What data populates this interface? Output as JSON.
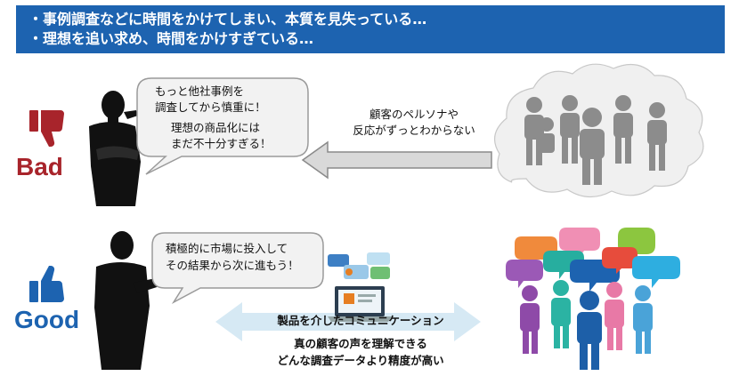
{
  "banner": {
    "line1": "・事例調査などに時間をかけてしまい、本質を見失っている…",
    "line2": "・理想を追い求め、時間をかけすぎている…"
  },
  "bad": {
    "label": "Bad",
    "color": "#a8242b",
    "icon": "thumbs-down-icon",
    "bubble_line1": "もっと他社事例を",
    "bubble_line2": "調査してから慎重に！",
    "bubble_line3": "理想の商品化には",
    "bubble_line4": "まだ不十分すぎる！",
    "arrow_line1": "顧客のペルソナや",
    "arrow_line2": "反応がずっとわからない"
  },
  "good": {
    "label": "Good",
    "color": "#1d63b0",
    "icon": "thumbs-up-icon",
    "bubble_line1": "積極的に市場に投入して",
    "bubble_line2": "その結果から次に進もう！",
    "arrow_label": "製品を介したコミュニケーション",
    "caption_line1": "真の顧客の声を理解できる",
    "caption_line2": "どんな調査データより精度が高い"
  }
}
